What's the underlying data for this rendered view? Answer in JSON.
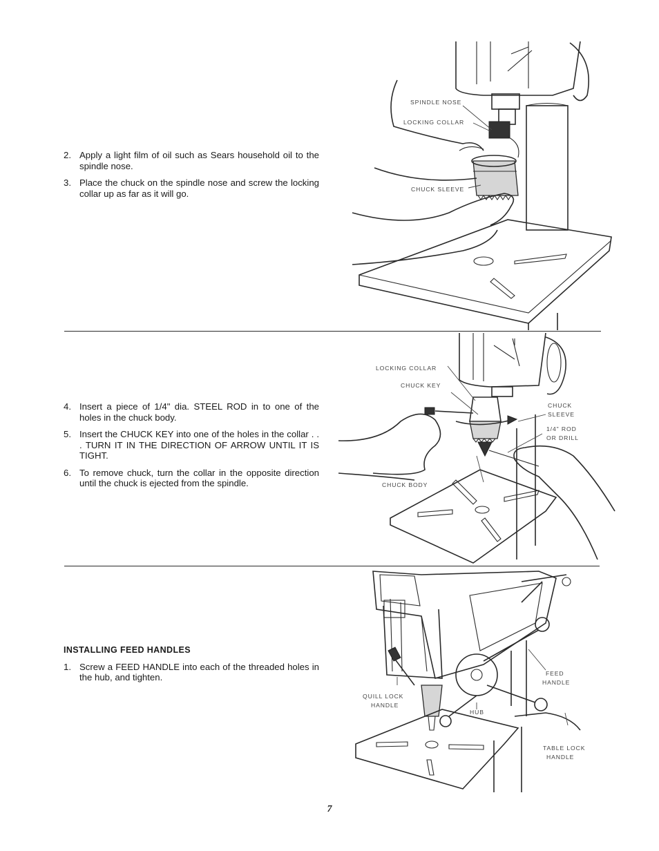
{
  "section1": {
    "steps": [
      {
        "num": "2.",
        "text": "Apply a light film of oil such as Sears household oil to the spindle nose."
      },
      {
        "num": "3.",
        "text": "Place the chuck on the spindle nose and screw the locking collar up as far as it will go."
      }
    ],
    "figure_labels": {
      "spindle_nose": "SPINDLE NOSE",
      "locking_collar": "LOCKING COLLAR",
      "chuck_sleeve": "CHUCK SLEEVE"
    }
  },
  "section2": {
    "steps": [
      {
        "num": "4.",
        "text": "Insert a piece of 1/4\" dia. STEEL ROD in to one of the holes in the chuck body."
      },
      {
        "num": "5.",
        "text": "Insert the CHUCK KEY into one of the holes in the collar . . . TURN IT IN THE DIRECTION OF ARROW UNTIL IT IS TIGHT."
      },
      {
        "num": "6.",
        "text": "To remove chuck, turn the collar in the opposite direction until the chuck is ejected from the spindle."
      }
    ],
    "figure_labels": {
      "locking_collar": "LOCKING COLLAR",
      "chuck_key": "CHUCK KEY",
      "chuck_sleeve_1": "CHUCK",
      "chuck_sleeve_2": "SLEEVE",
      "rod_1": "1/4\" ROD",
      "rod_2": "OR DRILL",
      "chuck_body": "CHUCK BODY"
    }
  },
  "section3": {
    "heading": "INSTALLING FEED HANDLES",
    "steps": [
      {
        "num": "1.",
        "text": "Screw a FEED HANDLE into each of the threaded holes in the hub, and tighten."
      }
    ],
    "figure_labels": {
      "feed_1": "FEED",
      "feed_2": "HANDLE",
      "quill_1": "QUILL LOCK",
      "quill_2": "HANDLE",
      "hub": "HUB",
      "table_1": "TABLE LOCK",
      "table_2": "HANDLE"
    }
  },
  "page_number": "7"
}
